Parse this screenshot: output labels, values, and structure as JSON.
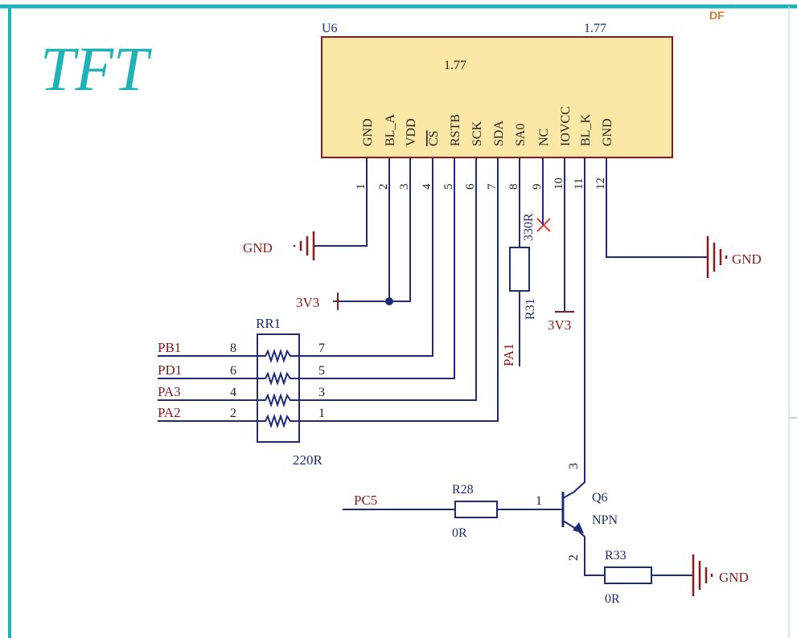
{
  "header": {
    "title": "TFT",
    "corner_mark": "DF"
  },
  "component": {
    "designator": "U6",
    "value_top": "1.77",
    "value_inner": "1.77",
    "pins": [
      {
        "num": "1",
        "name": "GND"
      },
      {
        "num": "2",
        "name": "BL_A"
      },
      {
        "num": "3",
        "name": "VDD"
      },
      {
        "num": "4",
        "name": "CS"
      },
      {
        "num": "5",
        "name": "RSTB"
      },
      {
        "num": "6",
        "name": "SCK"
      },
      {
        "num": "7",
        "name": "SDA"
      },
      {
        "num": "8",
        "name": "SA0"
      },
      {
        "num": "9",
        "name": "NC"
      },
      {
        "num": "10",
        "name": "IOVCC"
      },
      {
        "num": "11",
        "name": "BL_K"
      },
      {
        "num": "12",
        "name": "GND"
      }
    ]
  },
  "nets": {
    "gnd_left": "GND",
    "gnd_right": "GND",
    "gnd_bottom": "GND",
    "v3v3_left": "3V3",
    "v3v3_pin10": "3V3",
    "pb1": "PB1",
    "pd1": "PD1",
    "pa3": "PA3",
    "pa2": "PA2",
    "pa1": "PA1",
    "pc5": "PC5"
  },
  "resistor_array": {
    "designator": "RR1",
    "value": "220R",
    "left_pins": [
      "8",
      "6",
      "4",
      "2"
    ],
    "right_pins": [
      "7",
      "5",
      "3",
      "1"
    ]
  },
  "r31": {
    "designator": "R31",
    "value": "330R"
  },
  "r28": {
    "designator": "R28",
    "value": "0R"
  },
  "r33": {
    "designator": "R33",
    "value": "0R"
  },
  "q6": {
    "designator": "Q6",
    "type": "NPN",
    "pin_base": "1",
    "pin_emitter": "2",
    "pin_collector": "3"
  },
  "colors": {
    "frame": "#1fb3b8",
    "wire": "#1f2a78",
    "part": "#1f2a78",
    "net_label": "#8b1a1a",
    "label": "#1f2a78",
    "body_fill": "#fbe7a6",
    "body_stroke": "#8b1a1a",
    "title": "#1fb3b8",
    "nc_mark": "#e23c3c"
  }
}
